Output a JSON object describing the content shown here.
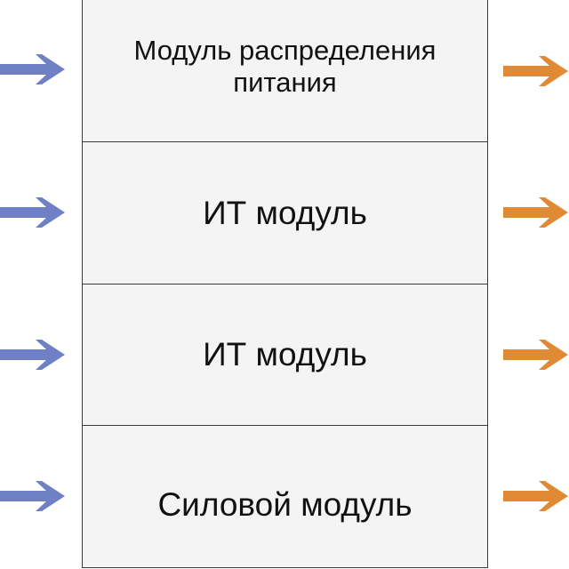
{
  "colors": {
    "input_arrow": "#6f80c4",
    "output_arrow": "#e08a35",
    "border": "#3a3a3a",
    "module_fill": "#f4f4f4"
  },
  "modules": [
    {
      "label_line1": "Модуль распределения",
      "label_line2": "питания"
    },
    {
      "label": "ИТ модуль"
    },
    {
      "label": "ИТ модуль"
    },
    {
      "label": "Силовой модуль"
    }
  ],
  "arrows": {
    "inputs_icon": "right-arrow-icon",
    "outputs_icon": "right-arrow-icon"
  }
}
